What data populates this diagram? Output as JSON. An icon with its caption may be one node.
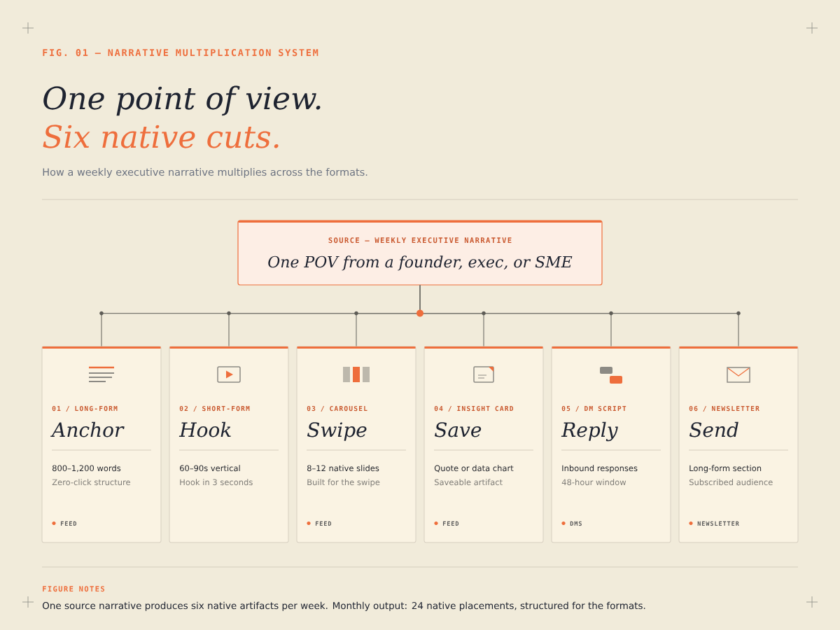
{
  "diagram": {
    "nodes": [
      {
        "text": [
          "SOURCE — WEEKLY EXECUTIVE NARRATIVE",
          "One POV from a founder, exec, or SME"
        ]
      },
      {
        "text": [
          "01 / LONG-FORM",
          "Anchor",
          "800–1,200 words",
          "Zero-click structure",
          "FEED"
        ]
      },
      {
        "text": [
          "02 / SHORT-FORM",
          "Hook",
          "60–90s vertical",
          "Hook in 3 seconds"
        ]
      },
      {
        "text": [
          "03 / CAROUSEL",
          "Swipe",
          "8–12 native slides",
          "Built for the swipe",
          "FEED"
        ]
      },
      {
        "text": [
          "04 / INSIGHT CARD",
          "Save",
          "Quote or data chart",
          "Saveable artifact",
          "FEED"
        ]
      },
      {
        "text": [
          "05 / DM SCRIPT",
          "Reply",
          "Inbound responses",
          "48-hour window",
          "DMS"
        ]
      },
      {
        "text": [
          "06 / NEWSLETTER",
          "Send",
          "Long-form section",
          "Subscribed audience",
          "NEWSLETTER"
        ]
      }
    ],
    "edges": [
      {
        "from": 0,
        "to": 1,
        "arrow": "none"
      },
      {
        "from": 0,
        "to": 2,
        "arrow": "none"
      },
      {
        "from": 0,
        "to": 3,
        "arrow": "none"
      },
      {
        "from": 0,
        "to": 4,
        "arrow": "none"
      },
      {
        "from": 0,
        "to": 5,
        "arrow": "none"
      },
      {
        "from": 0,
        "to": 6,
        "arrow": "none"
      }
    ],
    "labels": [
      "FIG. 01 — NARRATIVE MULTIPLICATION SYSTEM",
      "One point of view.",
      "Six native cuts.",
      "How a weekly executive narrative multiplies across the formats.",
      "FIGURE NOTES",
      "One source narrative produces six native artifacts per week. Monthly output: 24 native placements, structured for the formats."
    ]
  }
}
